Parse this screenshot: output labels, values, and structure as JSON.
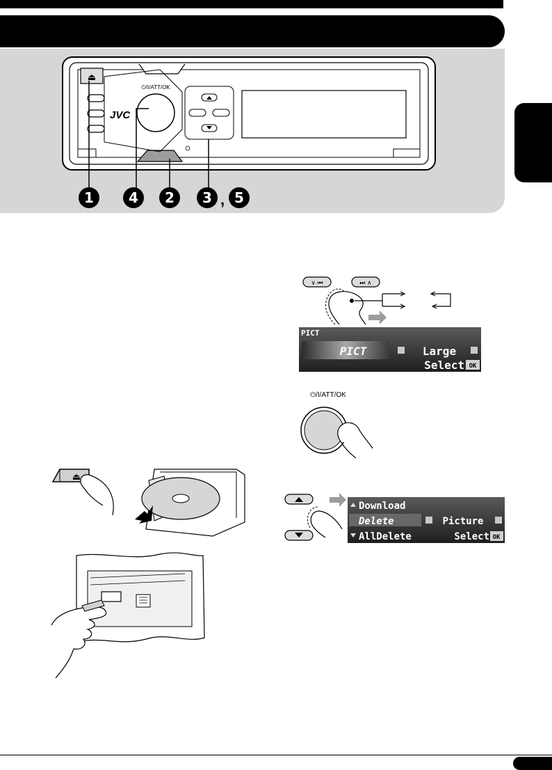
{
  "faceplate": {
    "brand": "JVC",
    "knob_label": "⏻/I/ATT/OK",
    "eject_symbol": "⏏"
  },
  "callouts": [
    "1",
    "4",
    "2",
    "3",
    ",",
    "5"
  ],
  "step2_buttons": {
    "left": "∨ ⏮",
    "right": "⏭ ∧"
  },
  "pict_display": {
    "mode_tag": "PICT",
    "main": "PICT",
    "size": "Large",
    "action": "Select",
    "ok": "OK"
  },
  "step4_knob_label": "⏻/I/ATT/OK",
  "menu_display": {
    "items": [
      "Download",
      "Delete",
      "AllDelete"
    ],
    "target": "Picture",
    "action": "Select",
    "ok": "OK"
  },
  "icons": [
    "eject-icon",
    "skip-back-icon",
    "skip-forward-icon",
    "up-arrow-icon",
    "down-arrow-icon",
    "finger-icon"
  ]
}
